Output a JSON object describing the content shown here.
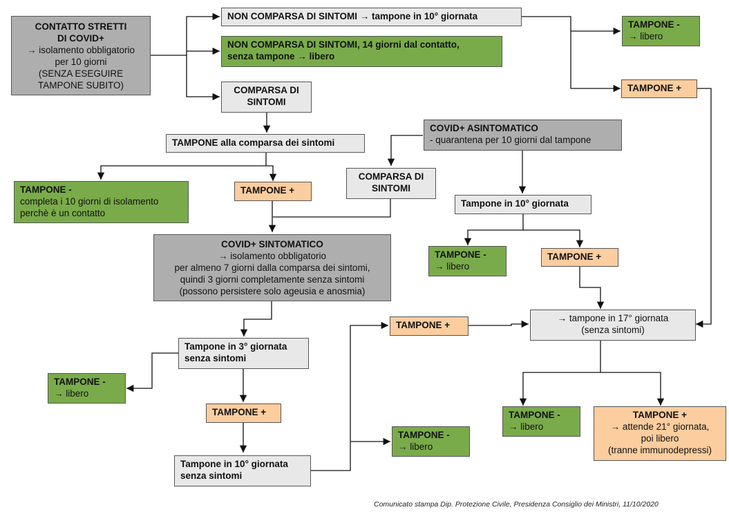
{
  "colors": {
    "contact_box": "#aeaeae",
    "neutral_box": "#e8e8e8",
    "negative_box": "#7aab4a",
    "positive_box": "#fbcd9f",
    "line": "#111111"
  },
  "nodes": {
    "contatto": {
      "title": "CONTATTO STRETTI",
      "title2": "DI COVID+",
      "lines": [
        "→ isolamento obbligatorio",
        "per 10 giorni",
        "(SENZA ESEGUIRE",
        "TAMPONE SUBITO)"
      ]
    },
    "non_comparsa_10": {
      "title": "NON COMPARSA DI SINTOMI → tampone in 10° giornata"
    },
    "non_comparsa_14": {
      "title": "NON COMPARSA DI SINTOMI, 14 giorni dal contatto,",
      "title2": "senza tampone → libero"
    },
    "comparsa_1": {
      "title": "COMPARSA DI",
      "title2": "SINTOMI"
    },
    "tampone_comparsa": {
      "title": "TAMPONE alla comparsa dei sintomi"
    },
    "neg_top_right": {
      "title": "TAMPONE -",
      "line": "→ libero"
    },
    "pos_top_right": {
      "title": "TAMPONE +"
    },
    "neg_completa": {
      "title": "TAMPONE -",
      "lines": [
        "completa i 10 giorni di isolamento",
        "perchè è un contatto"
      ]
    },
    "pos_comparsa": {
      "title": "TAMPONE +"
    },
    "asintomatico": {
      "title": "COVID+ ASINTOMATICO",
      "line": "- quarantena per 10 giorni dal tampone"
    },
    "comparsa_2": {
      "title": "COMPARSA DI",
      "title2": "SINTOMI"
    },
    "tampone_10_asint": {
      "title": "Tampone in 10° giornata"
    },
    "neg_asint": {
      "title": "TAMPONE -",
      "line": "→ libero"
    },
    "pos_asint": {
      "title": "TAMPONE +"
    },
    "sintomatico": {
      "title": "COVID+ SINTOMATICO",
      "lines": [
        "→ isolamento obbligatorio",
        "per almeno 7 giorni dalla comparsa dei sintomi,",
        "quindi 3 giorni completamente senza sintomi",
        "(possono persistere solo ageusia e anosmia)"
      ]
    },
    "tampone_3": {
      "title": "Tampone in 3° giornata",
      "title2": "senza sintomi"
    },
    "neg_3": {
      "title": "TAMPONE -",
      "line": "→ libero"
    },
    "pos_3": {
      "title": "TAMPONE +"
    },
    "tampone_10_sint": {
      "title": "Tampone in 10° giornata",
      "title2": "senza sintomi"
    },
    "pos_10_sint": {
      "title": "TAMPONE +"
    },
    "neg_10_sint": {
      "title": "TAMPONE -",
      "line": "→ libero"
    },
    "tampone_17": {
      "lines": [
        "→ tampone in 17° giornata",
        "(senza sintomi)"
      ]
    },
    "neg_17": {
      "title": "TAMPONE -",
      "line": "→ libero"
    },
    "pos_17": {
      "title": "TAMPONE +",
      "lines": [
        "→ attende 21° giornata,",
        "poi libero",
        "(tranne immunodepressi)"
      ]
    }
  },
  "caption": "Comunicato stampa Dip. Protezione Civile, Presidenza Consiglio dei Ministri, 11/10/2020"
}
